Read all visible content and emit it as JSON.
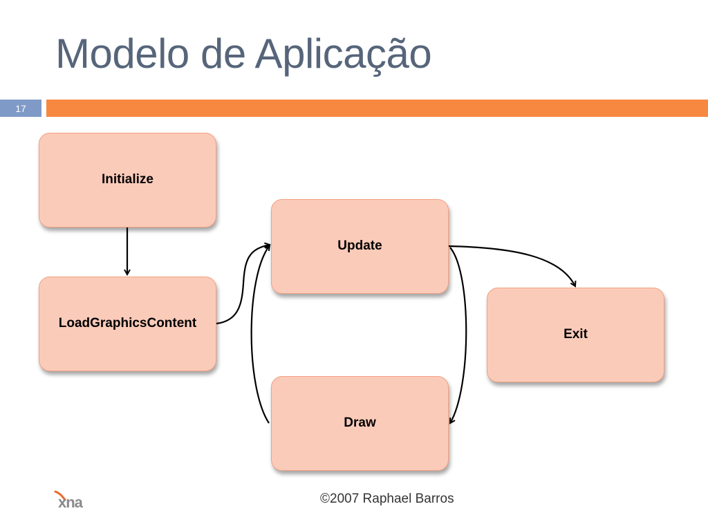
{
  "slide": {
    "title": "Modelo de Aplicação",
    "page_number": "17",
    "accent_color": "#f7883f",
    "badge_color": "#7f9ac7",
    "title_color": "#56657a"
  },
  "diagram": {
    "nodes": {
      "initialize": "Initialize",
      "load_graphics_content": "LoadGraphicsContent",
      "update": "Update",
      "exit": "Exit",
      "draw": "Draw"
    },
    "node_fill": "#fbcbba",
    "node_border": "#f2a07f",
    "edges": [
      {
        "from": "Initialize",
        "to": "LoadGraphicsContent"
      },
      {
        "from": "LoadGraphicsContent",
        "to": "Update"
      },
      {
        "from": "Update",
        "to": "Exit"
      },
      {
        "from": "Update",
        "to": "Draw"
      },
      {
        "from": "Draw",
        "to": "Update"
      }
    ]
  },
  "footer": {
    "logo": "xna",
    "credit": "©2007 Raphael Barros"
  }
}
